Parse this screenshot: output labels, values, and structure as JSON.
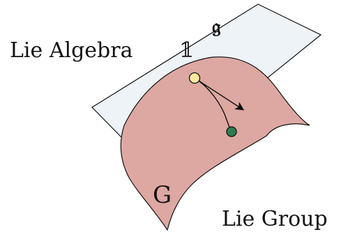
{
  "diagram": {
    "labels": {
      "lie_algebra": "Lie Algebra",
      "algebra_symbol": "𝔤",
      "identity_symbol": "𝟙",
      "group_symbol": "G",
      "lie_group": "Lie Group"
    },
    "colors": {
      "plane_fill": "#eef3f8",
      "plane_stroke": "#111111",
      "surface_fill": "#dda8a1",
      "surface_stroke": "#111111",
      "identity_point": "#fbe9a0",
      "group_point": "#2e7d4f",
      "arrow": "#111111"
    }
  }
}
